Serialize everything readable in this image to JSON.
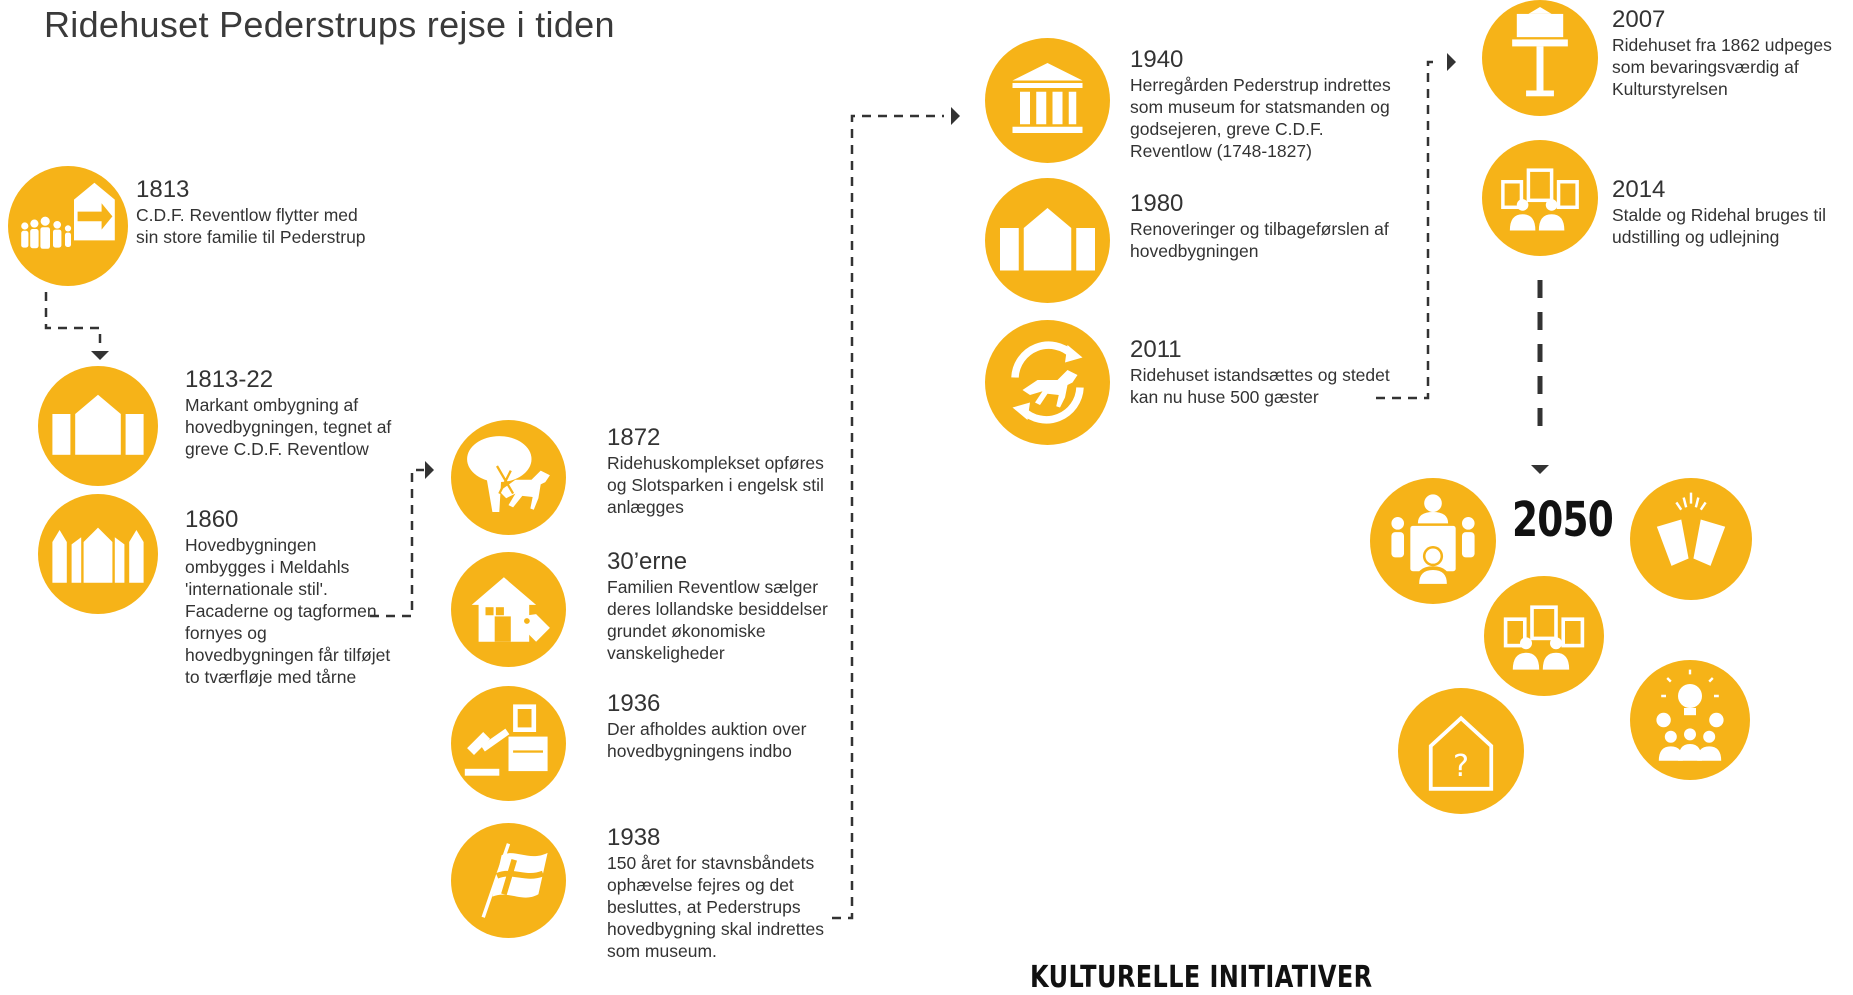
{
  "title": "Ridehuset Pederstrups rejse i tiden",
  "colors": {
    "accent": "#f6b318",
    "icon": "#ffffff",
    "connector": "#333333"
  },
  "events": [
    {
      "year": "1813",
      "text": "C.D.F. Reventlow flytter med sin store familie til Pederstrup",
      "icon": "family-moving-icon"
    },
    {
      "year": "1813-22",
      "text": "Markant ombygning af hovedbygningen, tegnet af greve C.D.F. Reventlow",
      "icon": "manor-house-icon"
    },
    {
      "year": "1860",
      "text": "Hovedbygningen ombygges i Meldahls 'internationale stil'. Facaderne og tagformen fornyes og hovedbygningen får tilføjet to tværfløje med tårne",
      "icon": "manor-towers-icon"
    },
    {
      "year": "1872",
      "text": "Ridehuskomplekset opføres og Slotsparken i engelsk stil anlægges",
      "icon": "tree-horse-icon"
    },
    {
      "year": "30’erne",
      "text": "Familien Reventlow sælger deres lollandske besiddelser grundet økonomiske vanskeligheder",
      "icon": "house-price-tag-icon"
    },
    {
      "year": "1936",
      "text": "Der afholdes auktion over hovedbygningens indbo",
      "icon": "auction-gavel-icon"
    },
    {
      "year": "1938",
      "text": "150 året for stavnsbåndets ophævelse fejres og det besluttes, at Pederstrups hovedbygning skal indrettes som museum.",
      "icon": "danish-flag-icon"
    },
    {
      "year": "1940",
      "text": "Herregården Pederstrup indrettes som museum for statsmanden og godsejeren, greve C.D.F. Reventlow (1748-1827)",
      "icon": "museum-icon"
    },
    {
      "year": "1980",
      "text": "Renoveringer og tilbageførslen af hovedbygningen",
      "icon": "manor-house-icon"
    },
    {
      "year": "2011",
      "text": "Ridehuset istandsættes og stedet kan nu huse 500 gæster",
      "icon": "horse-renovation-icon"
    },
    {
      "year": "2007",
      "text": "Ridehuset fra 1862 udpeges som bevaringsværdig af Kulturstyrelsen",
      "icon": "heritage-pedestal-icon"
    },
    {
      "year": "2014",
      "text": "Stalde og Ridehal bruges til udstilling og udlejning",
      "icon": "exhibition-icon"
    }
  ],
  "future": {
    "year": "2050",
    "icons": [
      "meeting-icon",
      "cheers-icon",
      "exhibition-icon",
      "idea-group-icon",
      "question-house-icon"
    ]
  },
  "footer": {
    "heading": "KULTURELLE INITIATIVER"
  }
}
